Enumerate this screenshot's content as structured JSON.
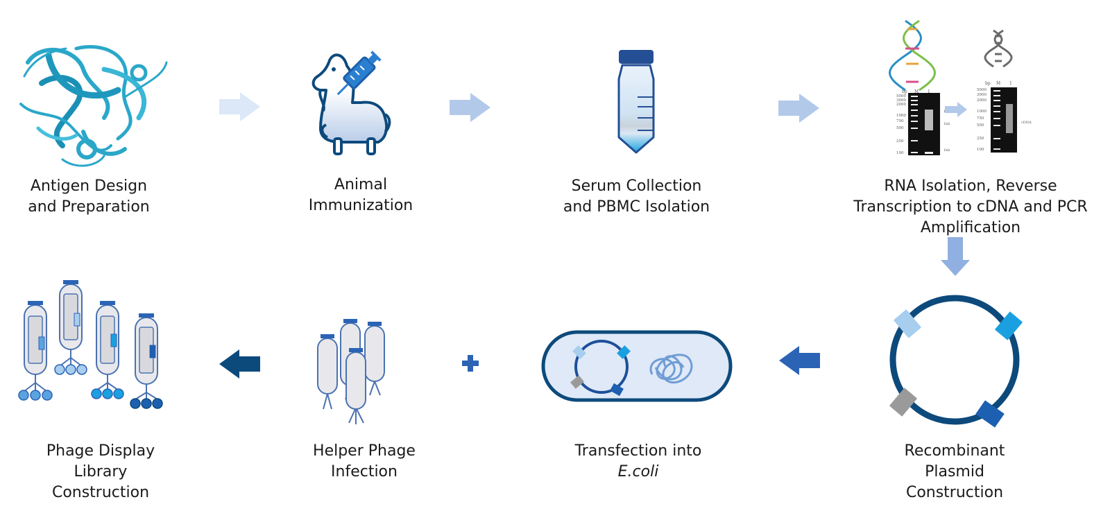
{
  "steps": [
    {
      "lines": [
        "Antigen Design",
        "and Preparation"
      ]
    },
    {
      "lines": [
        "Animal",
        "Immunization"
      ]
    },
    {
      "lines": [
        "Serum Collection",
        "and PBMC Isolation"
      ]
    },
    {
      "lines": [
        "RNA Isolation, Reverse",
        "Transcription to cDNA and PCR",
        "Amplification"
      ]
    },
    {
      "lines": [
        "Recombinant",
        "Plasmid",
        "Construction"
      ]
    },
    {
      "lines": [
        "Transfection into",
        "E.coli"
      ]
    },
    {
      "lines": [
        "Helper Phage",
        "Infection"
      ]
    },
    {
      "lines": [
        "Phage Display",
        "Library",
        "Construction"
      ]
    }
  ],
  "gels": {
    "left": {
      "header": [
        "bp",
        "M",
        "1"
      ],
      "ladder": [
        "5000",
        "3000",
        "2000",
        "1000",
        "750",
        "500",
        "250",
        "100"
      ],
      "bands": [
        "1kb",
        "1kb",
        "1kb"
      ]
    },
    "right": {
      "header": [
        "bp",
        "M",
        "1"
      ],
      "ladder": [
        "5000",
        "3000",
        "2000",
        "1000",
        "750",
        "500",
        "250",
        "100"
      ],
      "band": "cDNA"
    }
  },
  "colors": {
    "navy": "#0d4a7c",
    "blue": "#2b63b5",
    "light_blue": "#a9c2e8",
    "pale_blue": "#dfe9f7",
    "cyan": "#2aa7c9",
    "grey": "#9a9a9a"
  }
}
